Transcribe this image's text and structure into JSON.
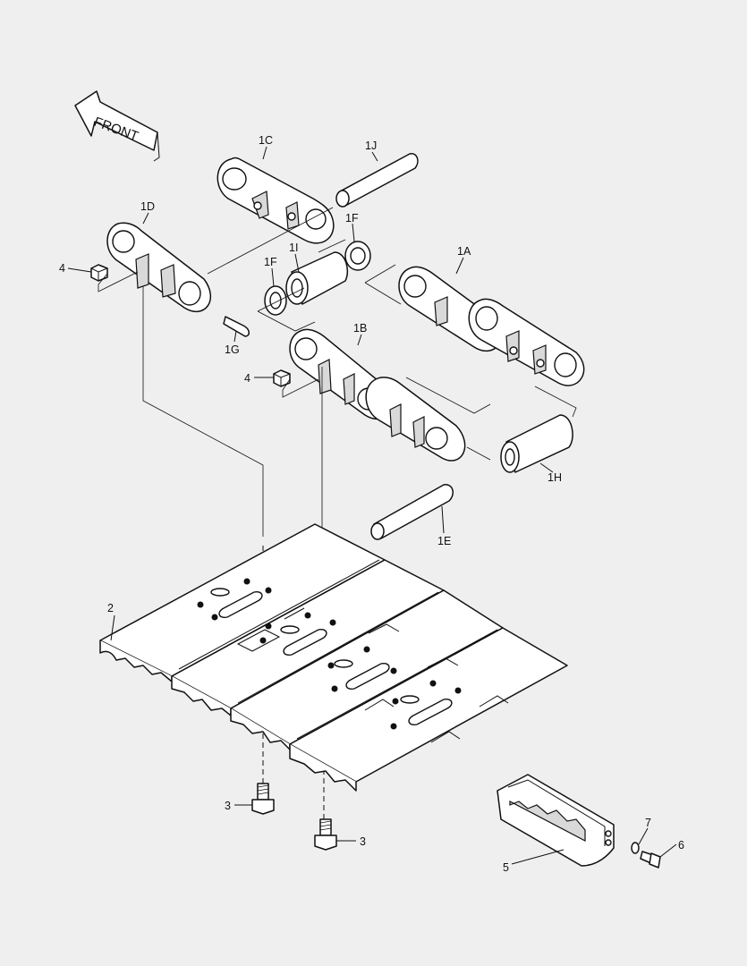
{
  "diagram": {
    "direction_arrow": {
      "text": "FRONT",
      "icon": "front-arrow-icon"
    },
    "labels": {
      "l1A": "1A",
      "l1B": "1B",
      "l1C": "1C",
      "l1D": "1D",
      "l1E": "1E",
      "l1F_top": "1F",
      "l1F_left": "1F",
      "l1G": "1G",
      "l1H": "1H",
      "l1I": "1I",
      "l1J": "1J",
      "l2": "2",
      "l3_left": "3",
      "l3_right": "3",
      "l4_top": "4",
      "l4_mid": "4",
      "l5": "5",
      "l6": "6",
      "l7": "7"
    }
  }
}
